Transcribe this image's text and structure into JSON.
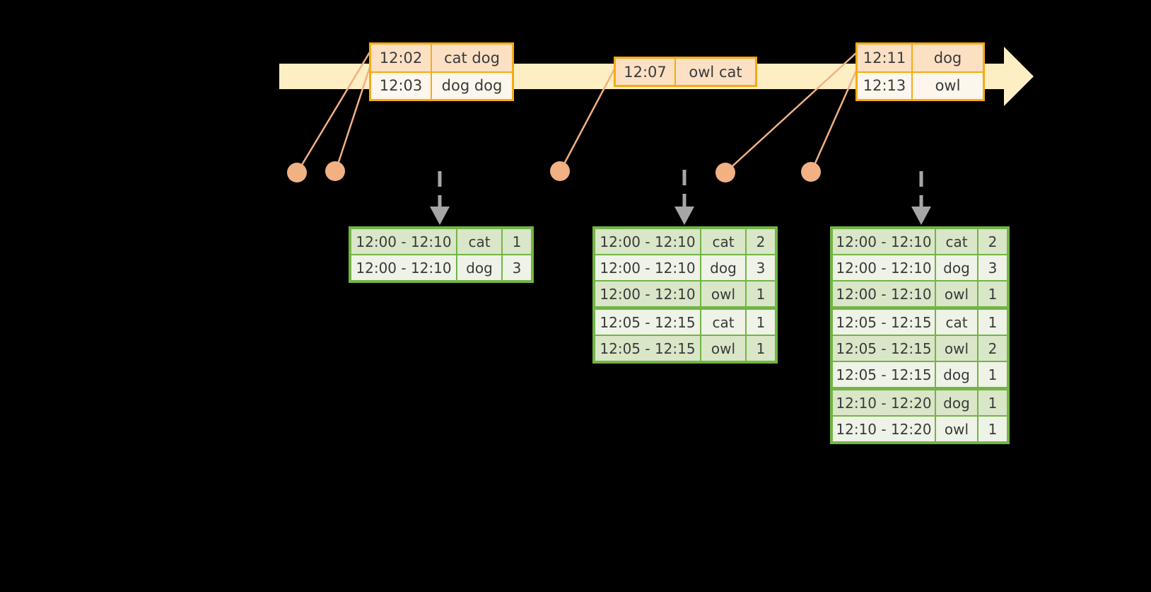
{
  "timeline": {
    "name": "event-stream-timeline",
    "bar_color": "#fdeec4",
    "box_border_color": "#f5ab16",
    "arrow_direction": "right",
    "event_boxes": [
      {
        "id": "box-1202-1203",
        "rows": [
          {
            "time": "12:02",
            "payload": "cat dog"
          },
          {
            "time": "12:03",
            "payload": "dog dog"
          }
        ]
      },
      {
        "id": "box-1207",
        "rows": [
          {
            "time": "12:07",
            "payload": "owl cat"
          }
        ]
      },
      {
        "id": "box-1211-1213",
        "rows": [
          {
            "time": "12:11",
            "payload": "dog"
          },
          {
            "time": "12:13",
            "payload": "owl"
          }
        ]
      }
    ]
  },
  "markers": {
    "name": "trigger-dots",
    "color": "#f2b183",
    "count": 5
  },
  "arrows": {
    "name": "dashed-down-arrow",
    "color": "#a6a6a6",
    "count": 3
  },
  "tables": {
    "border_color": "#72b545",
    "columns": [
      "window",
      "key",
      "count"
    ],
    "items": [
      {
        "id": "result-table-1",
        "rows": [
          {
            "window": "12:00 - 12:10",
            "key": "cat",
            "count": "1",
            "shade": "alt",
            "group_end": false
          },
          {
            "window": "12:00 - 12:10",
            "key": "dog",
            "count": "3",
            "shade": "plain",
            "group_end": false
          }
        ]
      },
      {
        "id": "result-table-2",
        "rows": [
          {
            "window": "12:00 - 12:10",
            "key": "cat",
            "count": "2",
            "shade": "alt",
            "group_end": false
          },
          {
            "window": "12:00 - 12:10",
            "key": "dog",
            "count": "3",
            "shade": "plain",
            "group_end": false
          },
          {
            "window": "12:00 - 12:10",
            "key": "owl",
            "count": "1",
            "shade": "alt",
            "group_end": true
          },
          {
            "window": "12:05 - 12:15",
            "key": "cat",
            "count": "1",
            "shade": "plain",
            "group_end": false
          },
          {
            "window": "12:05 - 12:15",
            "key": "owl",
            "count": "1",
            "shade": "alt",
            "group_end": false
          }
        ]
      },
      {
        "id": "result-table-3",
        "rows": [
          {
            "window": "12:00 - 12:10",
            "key": "cat",
            "count": "2",
            "shade": "alt",
            "group_end": false
          },
          {
            "window": "12:00 - 12:10",
            "key": "dog",
            "count": "3",
            "shade": "plain",
            "group_end": false
          },
          {
            "window": "12:00 - 12:10",
            "key": "owl",
            "count": "1",
            "shade": "alt",
            "group_end": true
          },
          {
            "window": "12:05 - 12:15",
            "key": "cat",
            "count": "1",
            "shade": "plain",
            "group_end": false
          },
          {
            "window": "12:05 - 12:15",
            "key": "owl",
            "count": "2",
            "shade": "alt",
            "group_end": false
          },
          {
            "window": "12:05 - 12:15",
            "key": "dog",
            "count": "1",
            "shade": "plain",
            "group_end": true
          },
          {
            "window": "12:10 - 12:20",
            "key": "dog",
            "count": "1",
            "shade": "alt",
            "group_end": false
          },
          {
            "window": "12:10 - 12:20",
            "key": "owl",
            "count": "1",
            "shade": "plain",
            "group_end": false
          }
        ]
      }
    ]
  }
}
